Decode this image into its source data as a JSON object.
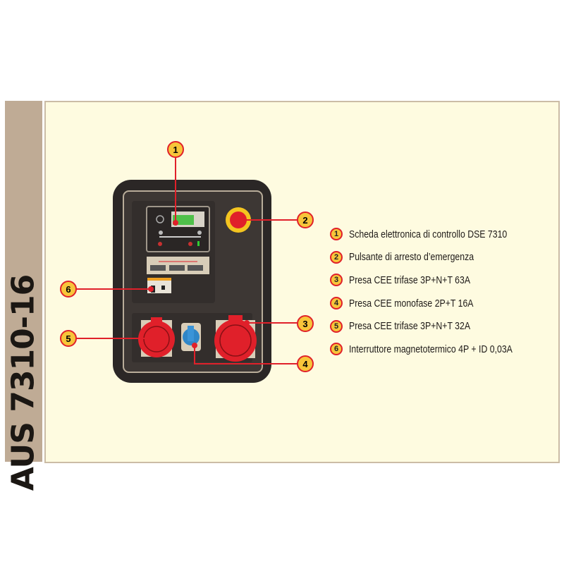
{
  "model_label": "AUS 7310-16",
  "callouts": [
    "1",
    "2",
    "3",
    "4",
    "5",
    "6"
  ],
  "legend": [
    {
      "num": "1",
      "text": "Scheda elettronica di controllo DSE 7310"
    },
    {
      "num": "2",
      "text": "Pulsante di arresto d’emergenza"
    },
    {
      "num": "3",
      "text": "Presa CEE trifase 3P+N+T 63A"
    },
    {
      "num": "4",
      "text": "Presa CEE monofase 2P+T 16A"
    },
    {
      "num": "5",
      "text": "Presa CEE trifase 3P+N+T 32A"
    },
    {
      "num": "6",
      "text": "Interruttore magnetotermico 4P + ID 0,03A"
    }
  ],
  "colors": {
    "accent_red": "#e0202a",
    "badge_yellow": "#f7c53a",
    "panel_dark": "#2b2726",
    "background": "#fefbe0",
    "strip": "#bfab95"
  }
}
